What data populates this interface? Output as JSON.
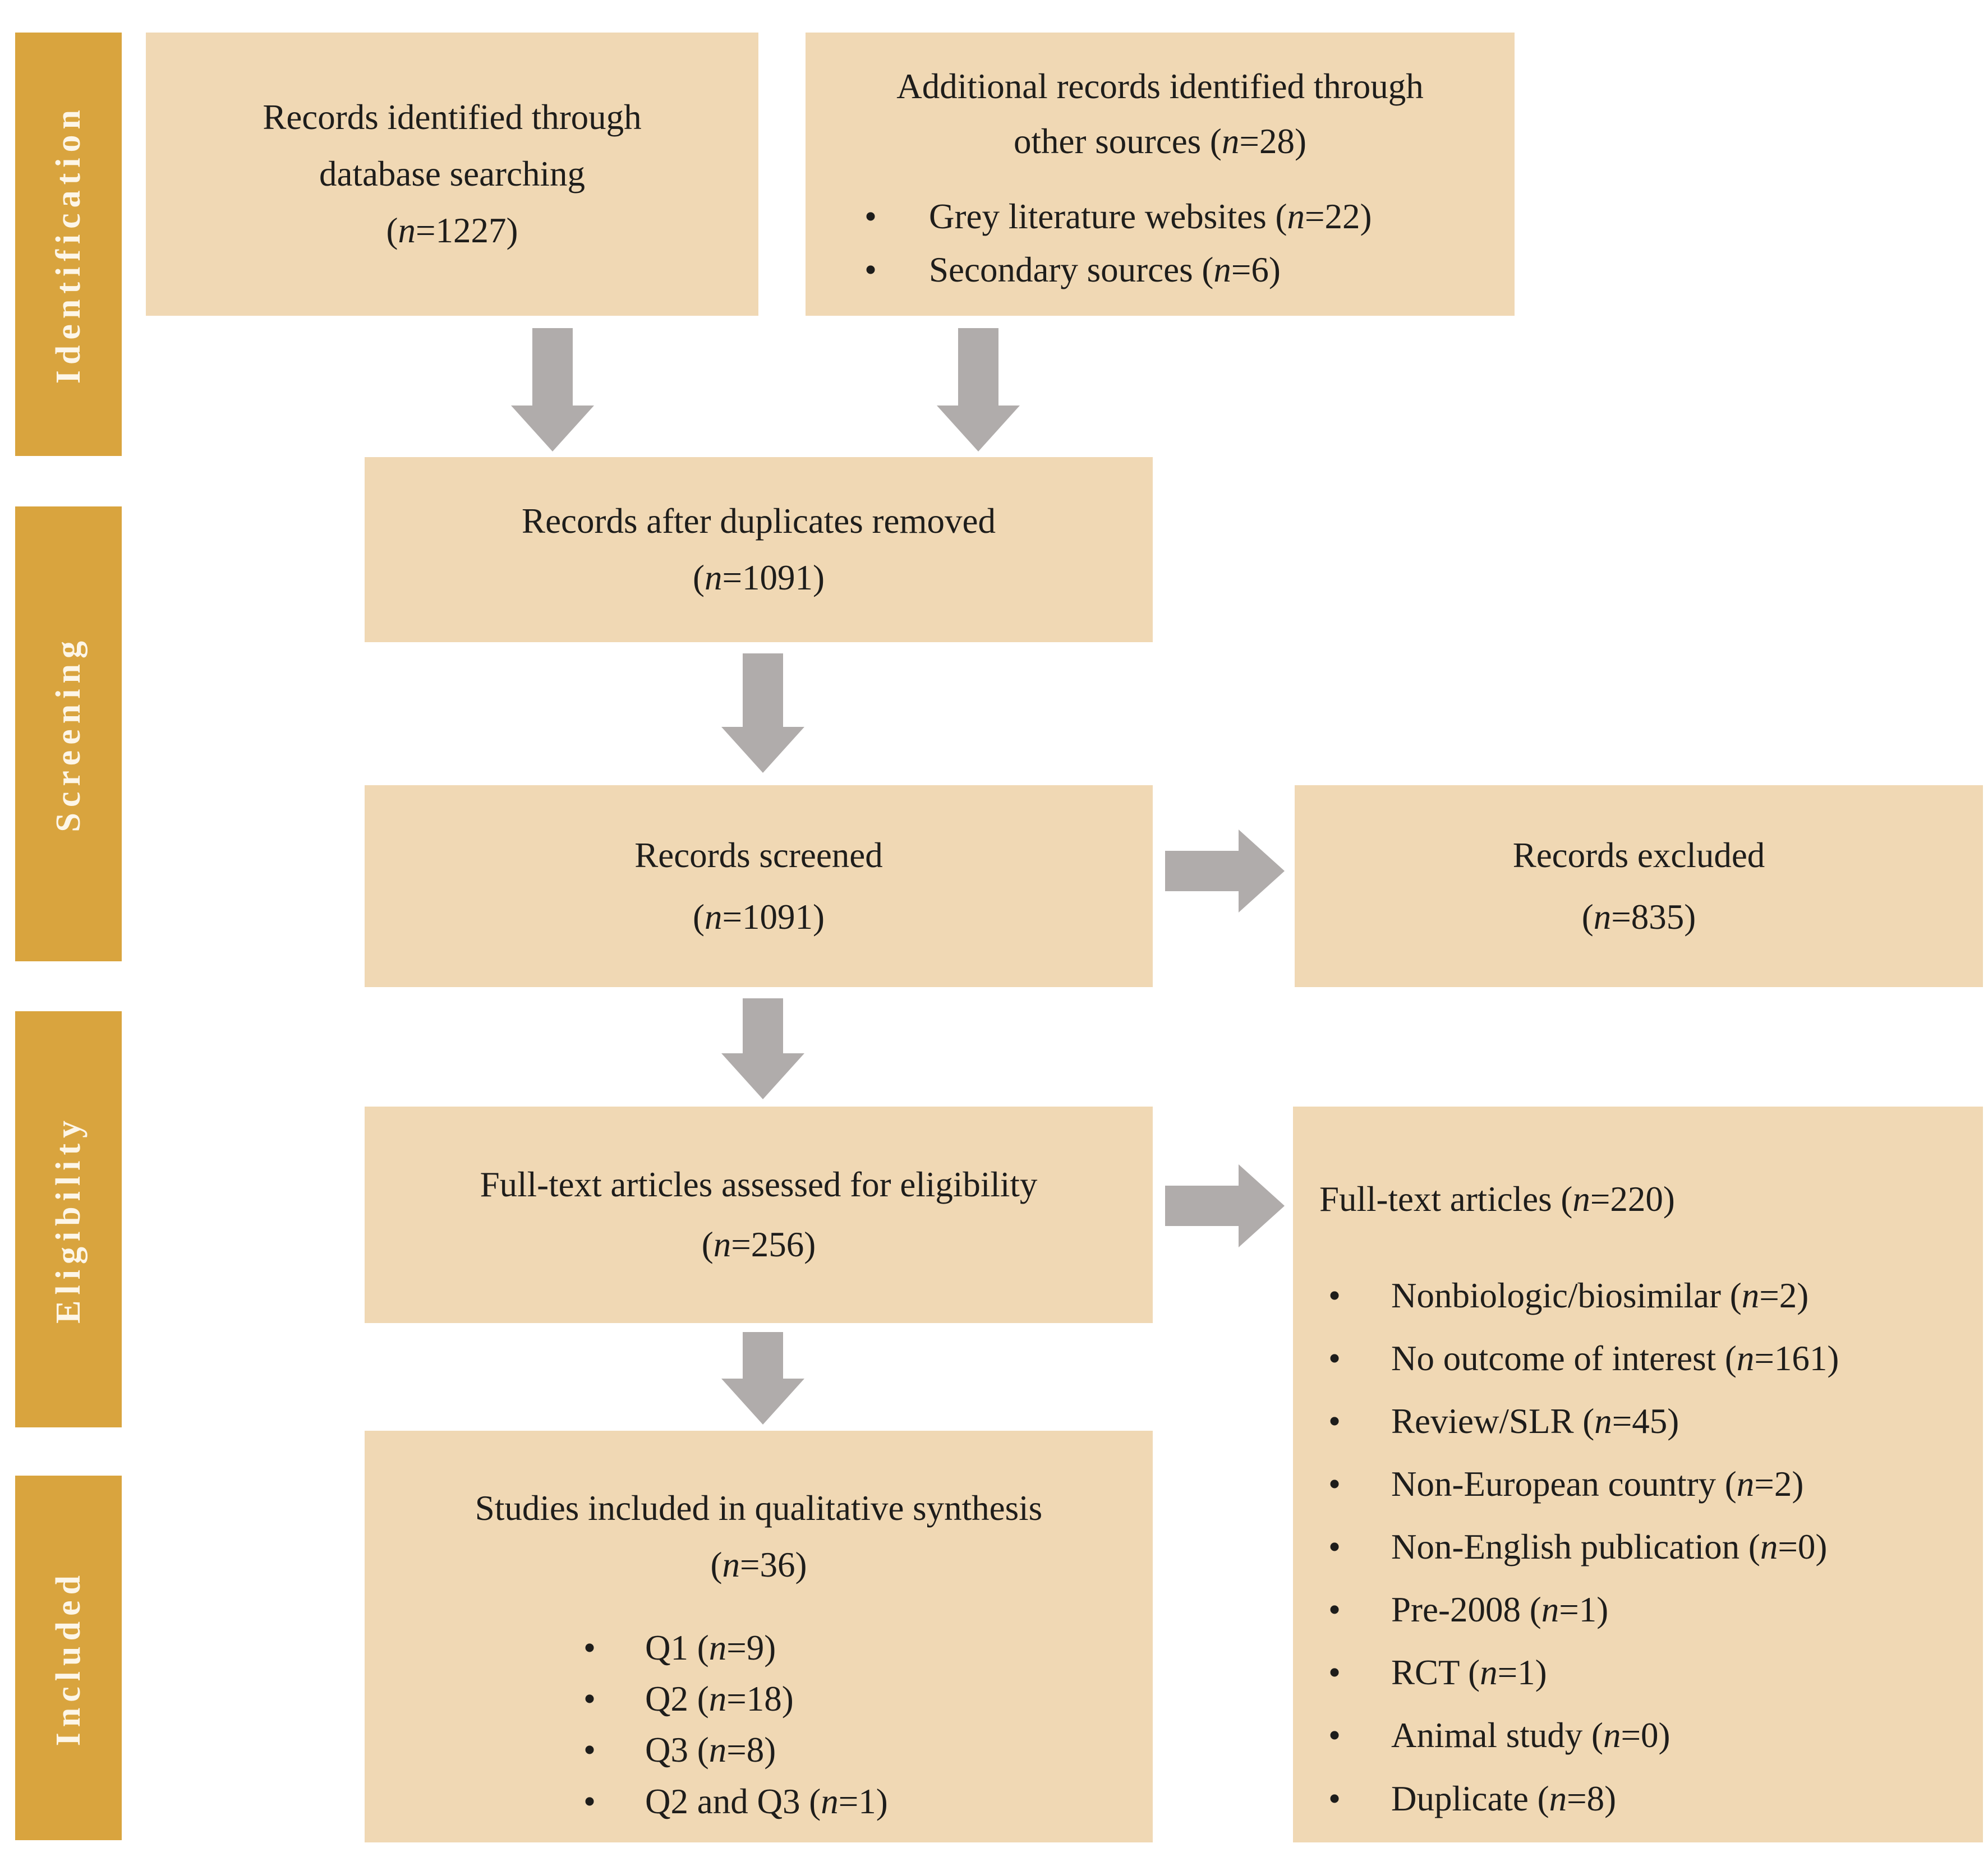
{
  "colors": {
    "band": "#d9a43e",
    "band-text": "#fdf6e8",
    "box": "#f0d8b4",
    "arrow": "#b0acab",
    "text": "#1e1d1b",
    "bg": "#ffffff"
  },
  "sidebar": {
    "stages": [
      "Identification",
      "Screening",
      "Eligibility",
      "Included"
    ]
  },
  "boxes": {
    "db_search": {
      "lines": [
        "Records identified through",
        "database searching",
        "(n=1227)"
      ]
    },
    "other_sources": {
      "title_lines": [
        "Additional records identified through",
        "other sources (n=28)"
      ],
      "bullets": [
        "Grey literature websites (n=22)",
        "Secondary sources (n=6)"
      ]
    },
    "after_duplicates": {
      "lines": [
        "Records after duplicates removed",
        "(n=1091)"
      ]
    },
    "screened": {
      "lines": [
        "Records screened",
        "(n=1091)"
      ]
    },
    "excluded": {
      "lines": [
        "Records excluded",
        "(n=835)"
      ]
    },
    "fulltext_assessed": {
      "lines": [
        "Full-text articles assessed for eligibility",
        "(n=256)"
      ]
    },
    "fulltext_excluded": {
      "title": "Full-text articles (n=220)",
      "bullets": [
        "Nonbiologic/biosimilar (n=2)",
        "No outcome of interest (n=161)",
        "Review/SLR (n=45)",
        "Non-European country (n=2)",
        "Non-English publication (n=0)",
        "Pre-2008 (n=1)",
        "RCT (n=1)",
        "Animal study (n=0)",
        "Duplicate (n=8)"
      ]
    },
    "included_studies": {
      "title_lines": [
        "Studies included in qualitative synthesis",
        "(n=36)"
      ],
      "bullets": [
        "Q1 (n=9)",
        "Q2 (n=18)",
        "Q3 (n=8)",
        "Q2 and Q3 (n=1)"
      ]
    }
  }
}
